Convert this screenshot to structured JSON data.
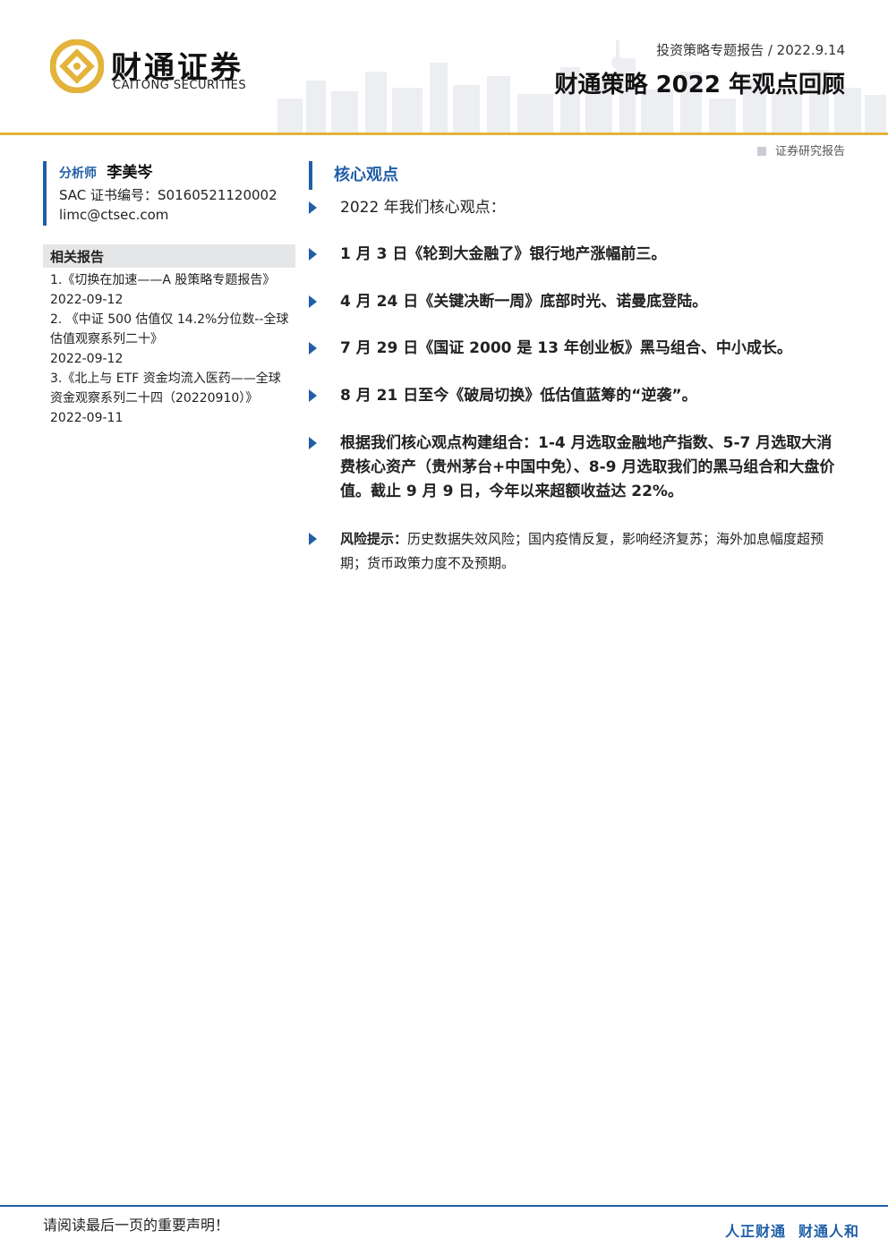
{
  "header": {
    "brand_cn": "财通证券",
    "brand_en": "CAITONG SECURITIES",
    "report_meta": "投资策略专题报告 / 2022.9.14",
    "report_title": "财通策略 2022 年观点回顾",
    "report_kind": "证券研究报告"
  },
  "analyst": {
    "label": "分析师",
    "name": "李美岑",
    "sac": "SAC 证书编号：S0160521120002",
    "email": "limc@ctsec.com"
  },
  "related": {
    "title": "相关报告",
    "items": [
      {
        "text": "1.《切换在加速——A 股策略专题报告》",
        "date": "2022-09-12"
      },
      {
        "text": "2. 《中证 500 估值仅 14.2%分位数--全球估值观察系列二十》",
        "date": "2022-09-12"
      },
      {
        "text": "3.《北上与 ETF 资金均流入医药——全球资金观察系列二十四（20220910）》",
        "date": "2022-09-11"
      }
    ]
  },
  "core": {
    "title": "核心观点",
    "points": [
      {
        "text": "2022 年我们核心观点："
      },
      {
        "text": "1 月 3 日《轮到大金融了》银行地产涨幅前三。"
      },
      {
        "text": "4 月 24 日《关键决断一周》底部时光、诺曼底登陆。"
      },
      {
        "text": "7 月 29 日《国证 2000 是 13 年创业板》黑马组合、中小成长。"
      },
      {
        "text": "8 月 21 日至今《破局切换》低估值蓝筹的“逆袭”。"
      },
      {
        "text": "根据我们核心观点构建组合：1-4 月选取金融地产指数、5-7 月选取大消费核心资产（贵州茅台+中国中免）、8-9 月选取我们的黑马组合和大盘价值。截止 9 月 9 日，今年以来超额收益达 22%。"
      },
      {
        "label": "风险提示：",
        "text": "历史数据失效风险；国内疫情反复，影响经济复苏；海外加息幅度超预期；货币政策力度不及预期。"
      }
    ]
  },
  "footer": {
    "notice": "请阅读最后一页的重要声明！",
    "slogan_1": "人正财通",
    "slogan_2": "财通人和"
  },
  "colors": {
    "accent_blue": "#1f5fa8",
    "brand_gold": "#e3b33a"
  }
}
